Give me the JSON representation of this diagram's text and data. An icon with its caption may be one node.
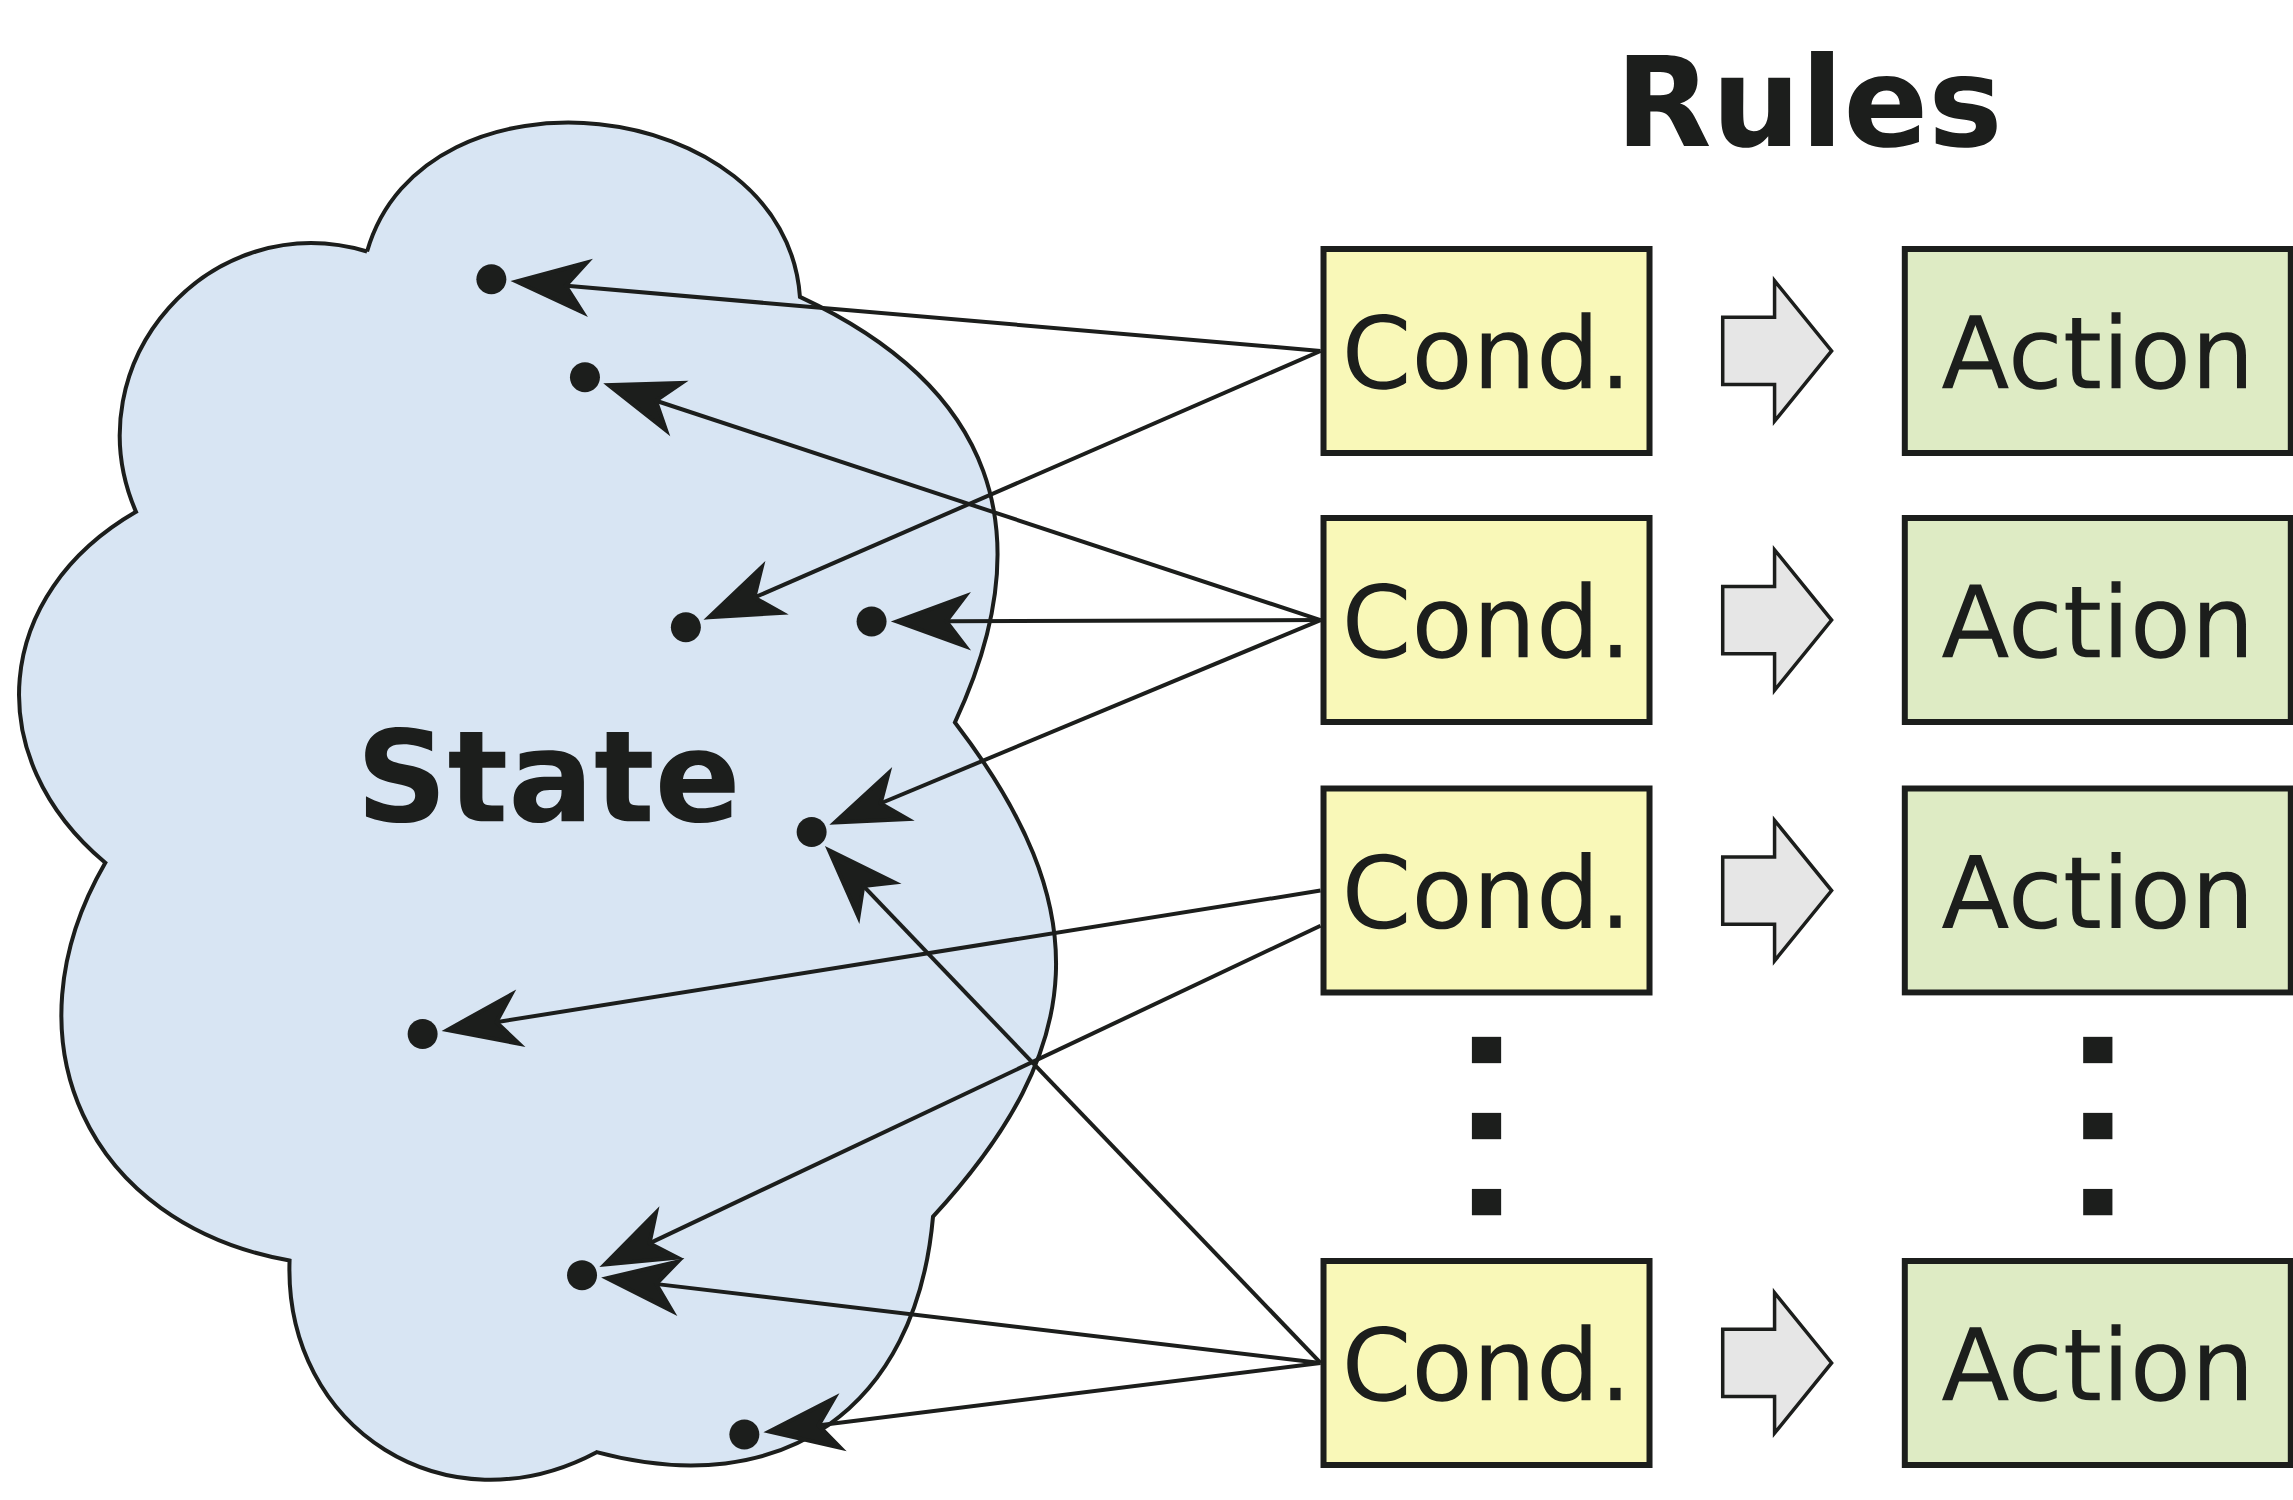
{
  "diagram": {
    "title": "Rules",
    "nodes": [
      {
        "text": [
          "State"
        ]
      },
      {
        "text": [],
        "shape": "circle",
        "in": 0
      },
      {
        "text": [],
        "shape": "circle",
        "in": 0
      },
      {
        "text": [],
        "shape": "circle",
        "in": 0
      },
      {
        "text": [],
        "shape": "circle",
        "in": 0
      },
      {
        "text": [],
        "shape": "circle",
        "in": 0
      },
      {
        "text": [],
        "shape": "circle",
        "in": 0
      },
      {
        "text": [],
        "shape": "circle",
        "in": 0
      },
      {
        "text": [],
        "shape": "circle",
        "in": 0
      },
      {
        "text": [
          "Cond."
        ]
      },
      {
        "text": [
          "Action"
        ]
      },
      {
        "text": [
          "Cond."
        ]
      },
      {
        "text": [
          "Action"
        ]
      },
      {
        "text": [
          "Cond."
        ]
      },
      {
        "text": [
          "Action"
        ]
      },
      {
        "text": [
          "Cond."
        ]
      },
      {
        "text": [
          "Action"
        ]
      }
    ],
    "edges": [
      {
        "from": 9,
        "to": 1,
        "arrow": "to"
      },
      {
        "from": 9,
        "to": 4,
        "arrow": "to"
      },
      {
        "from": 9,
        "to": 10,
        "arrow": "to"
      },
      {
        "from": 11,
        "to": 2,
        "arrow": "to"
      },
      {
        "from": 11,
        "to": 3,
        "arrow": "to"
      },
      {
        "from": 11,
        "to": 5,
        "arrow": "to"
      },
      {
        "from": 11,
        "to": 12,
        "arrow": "to"
      },
      {
        "from": 13,
        "to": 6,
        "arrow": "to"
      },
      {
        "from": 13,
        "to": 7,
        "arrow": "to"
      },
      {
        "from": 13,
        "to": 14,
        "arrow": "to"
      },
      {
        "from": 15,
        "to": 5,
        "arrow": "to"
      },
      {
        "from": 15,
        "to": 7,
        "arrow": "to"
      },
      {
        "from": 15,
        "to": 8,
        "arrow": "to"
      },
      {
        "from": 15,
        "to": 16,
        "arrow": "to"
      }
    ]
  }
}
